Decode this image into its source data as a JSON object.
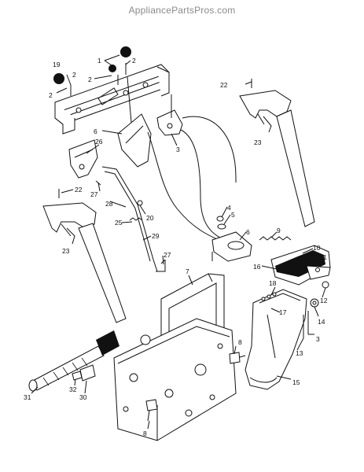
{
  "watermark": "AppliancePartsPros.com",
  "callouts": {
    "c1": "1",
    "c2a": "2",
    "c2b": "2",
    "c2c": "2",
    "c2d": "2",
    "c19": "19",
    "c22a": "22",
    "c22b": "22",
    "c6a": "6",
    "c3a": "3",
    "c23a": "23",
    "c23b": "23",
    "c26": "26",
    "c27a": "27",
    "c27b": "27",
    "c28": "28",
    "c20": "20",
    "c25": "25",
    "c29": "29",
    "c4": "4",
    "c5": "5",
    "c6b": "6",
    "c9": "9",
    "c10": "10",
    "c11": "11",
    "c16": "16",
    "c18": "18",
    "c12": "12",
    "c14": "14",
    "c17": "17",
    "c13": "13",
    "c3b": "3",
    "c7": "7",
    "c8a": "8",
    "c8b": "8",
    "c15": "15",
    "c31": "31",
    "c32": "32",
    "c30": "30"
  },
  "colors": {
    "line": "#111111",
    "watermark": "#8a8a8a",
    "background": "#ffffff"
  }
}
